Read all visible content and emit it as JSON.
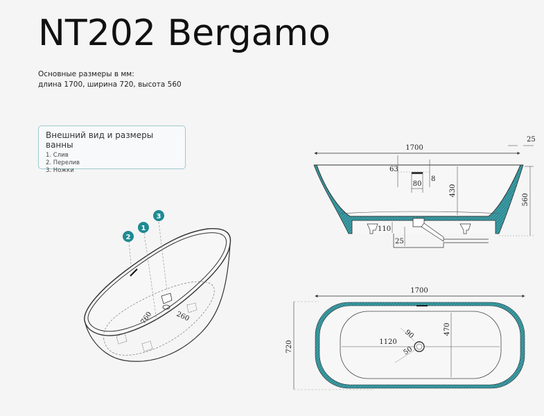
{
  "header": {
    "title": "NT202 Bergamo",
    "subtitle_line1": "Основные размеры в мм:",
    "subtitle_line2": "длина 1700, ширина 720, высота 560"
  },
  "legend": {
    "title": "Внешний вид и размеры ванны",
    "items": [
      {
        "label": "1. Слив"
      },
      {
        "label": "2. Перелив"
      },
      {
        "label": "3. Ножки"
      }
    ]
  },
  "isometric_view": {
    "markers": [
      {
        "num": "2"
      },
      {
        "num": "1"
      },
      {
        "num": "3"
      }
    ],
    "dims": {
      "drain_offset": "760",
      "feet_spacing": "260"
    }
  },
  "side_view": {
    "dims": {
      "length": "1700",
      "rim": "25",
      "overflow_top": "63",
      "overflow_width": "80",
      "overflow_gap": "8",
      "inner_depth": "430",
      "height": "560",
      "floor_clearance": "110",
      "drain_depth": "25"
    }
  },
  "top_view": {
    "dims": {
      "length": "1700",
      "width": "720",
      "inner_length": "1120",
      "inner_width": "470",
      "drain_outer": "90",
      "drain_inner": "50"
    }
  },
  "colors": {
    "accent": "#2c8c95",
    "marker": "#1f8a93",
    "legend_border": "#9ccbcd"
  }
}
